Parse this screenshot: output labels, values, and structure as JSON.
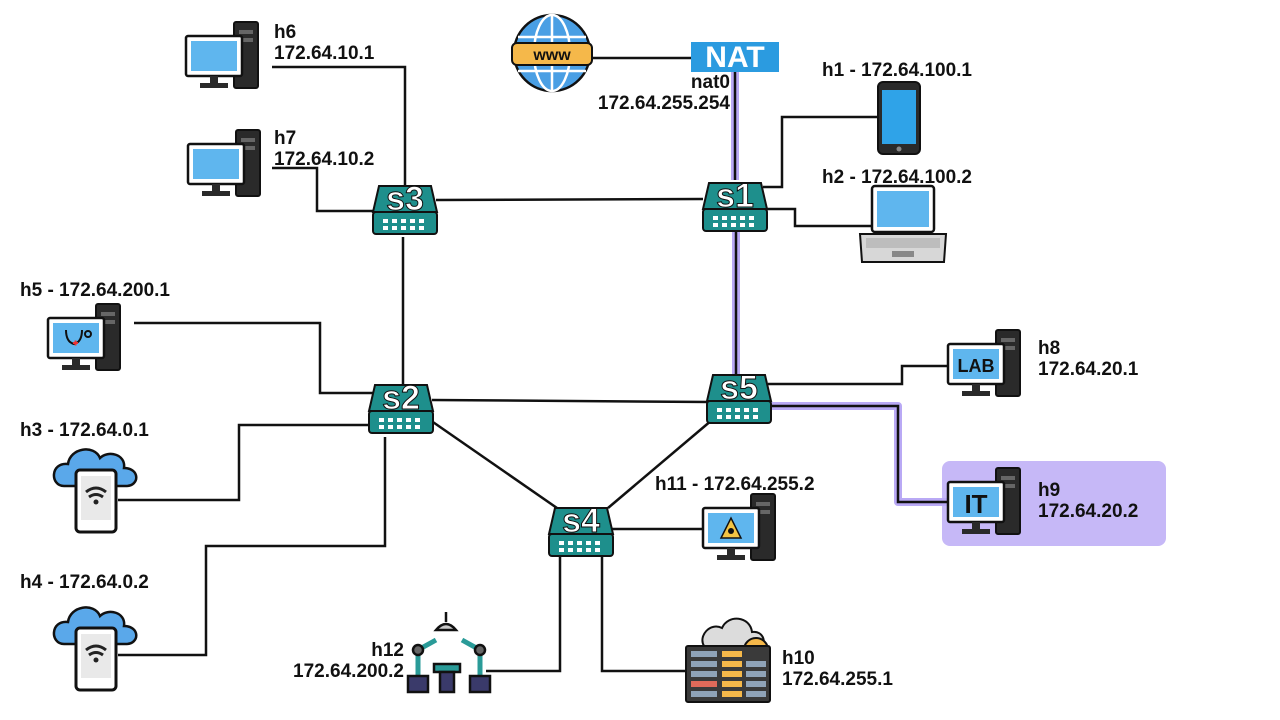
{
  "nodes": {
    "h6": {
      "name": "h6",
      "ip": "172.64.10.1"
    },
    "h7": {
      "name": "h7",
      "ip": "172.64.10.2"
    },
    "h5": {
      "label": "h5 - 172.64.200.1"
    },
    "h3": {
      "label": "h3 - 172.64.0.1"
    },
    "h4": {
      "label": "h4 - 172.64.0.2"
    },
    "h12": {
      "name": "h12",
      "ip": "172.64.200.2"
    },
    "h11": {
      "label": "h11 - 172.64.255.2"
    },
    "h10": {
      "name": "h10",
      "ip": "172.64.255.1"
    },
    "h8": {
      "name": "h8",
      "ip": "172.64.20.1"
    },
    "h9": {
      "name": "h9",
      "ip": "172.64.20.2"
    },
    "h1": {
      "label": "h1 - 172.64.100.1"
    },
    "h2": {
      "label": "h2 - 172.64.100.2"
    },
    "nat": {
      "name": "nat0",
      "ip": "172.64.255.254",
      "icon_text": "NAT"
    },
    "internet": {
      "icon_text": "www"
    }
  },
  "switches": [
    {
      "id": "s1",
      "label": "s1"
    },
    {
      "id": "s2",
      "label": "s2"
    },
    {
      "id": "s3",
      "label": "s3"
    },
    {
      "id": "s4",
      "label": "s4"
    },
    {
      "id": "s5",
      "label": "s5"
    }
  ],
  "host_screens": {
    "h8": "LAB",
    "h9": "IT"
  },
  "colors": {
    "switch": "#1e8f8c",
    "switch_dark": "#145f5d",
    "screen": "#5fb6ee",
    "link": "#111111",
    "highlight": "#b9a9f5",
    "highlight_box": "#c6b8f7",
    "cloud": "#5aa8ea",
    "nat": "#2b9be0"
  }
}
